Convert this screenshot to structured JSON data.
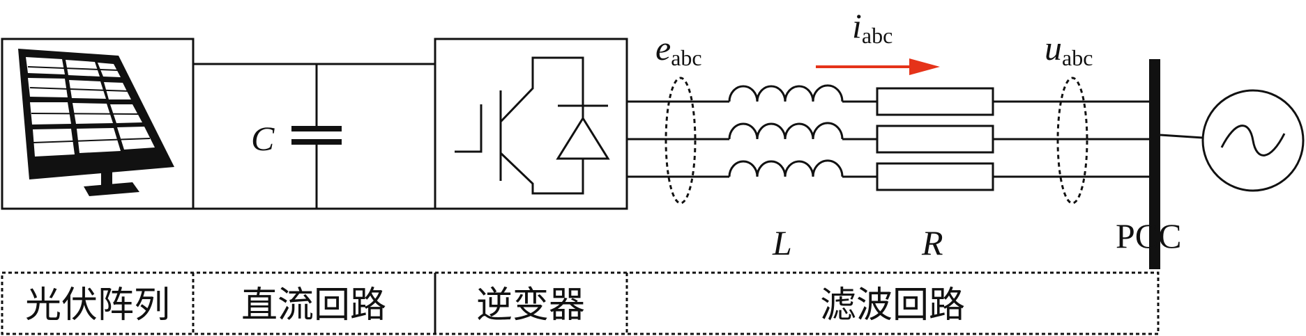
{
  "labels": {
    "capacitor": "C",
    "inductor": "L",
    "resistor": "R",
    "inverter_voltage": {
      "main": "e",
      "sub": "abc"
    },
    "current": {
      "main": "i",
      "sub": "abc"
    },
    "grid_voltage": {
      "main": "u",
      "sub": "abc"
    },
    "pcc": "PCC"
  },
  "sections": [
    {
      "label": "光伏阵列"
    },
    {
      "label": "直流回路"
    },
    {
      "label": "逆变器"
    },
    {
      "label": "滤波回路"
    }
  ],
  "icons": [
    "solar-panel-icon",
    "igbt-diode-icon",
    "ac-source-icon"
  ],
  "colors": {
    "line": "#111111",
    "current_arrow": "#e53319",
    "background": "#ffffff"
  }
}
